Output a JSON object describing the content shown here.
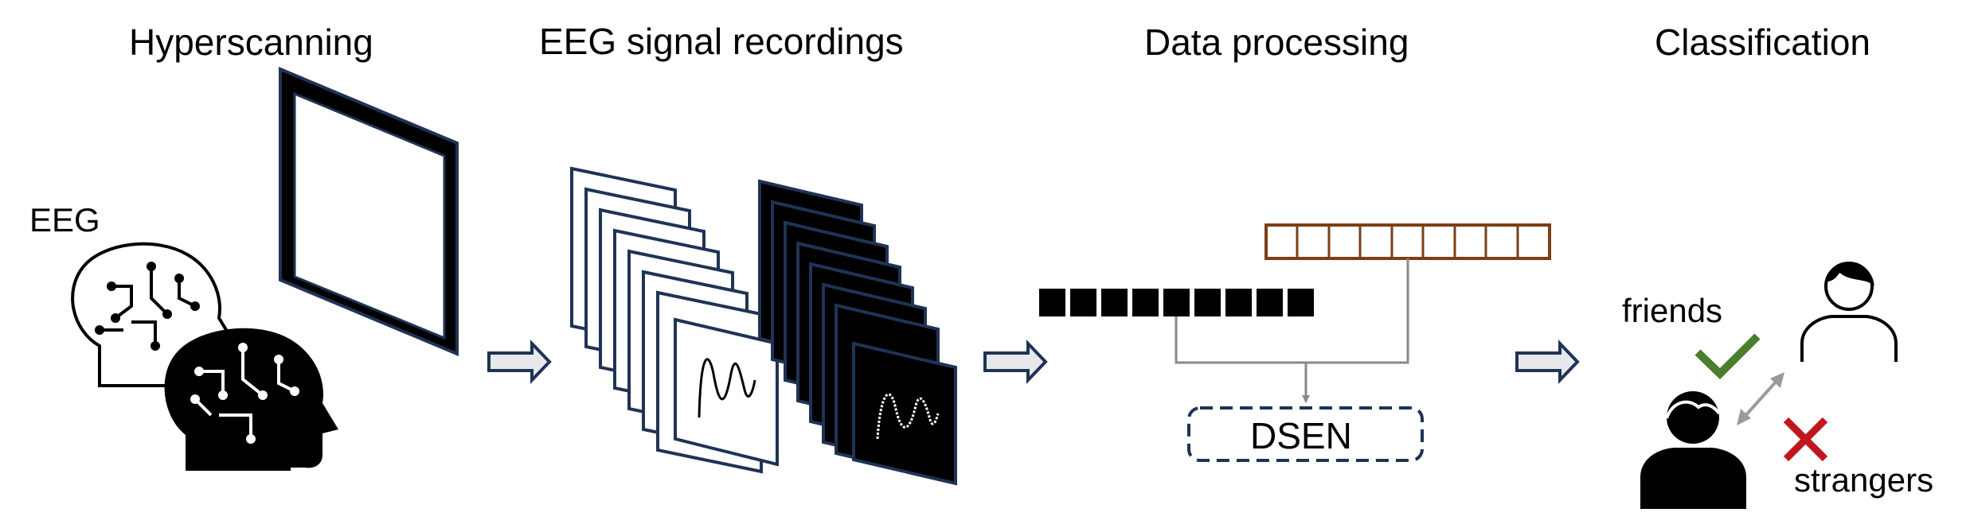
{
  "stages": {
    "hyperscanning": "Hyperscanning",
    "eeg_recordings": "EEG signal recordings",
    "data_processing": "Data processing",
    "classification": "Classification"
  },
  "labels": {
    "eeg": "EEG",
    "model": "DSEN",
    "friends": "friends",
    "strangers": "strangers"
  },
  "colors": {
    "frame_stroke": "#1f3355",
    "arrow_fill": "#e6e8ec",
    "vector_brown": "#7b3f16",
    "check_green": "#4a7d2c",
    "cross_red": "#c0161e",
    "connector_gray": "#888888"
  },
  "icons": [
    "brain-head-outline-icon",
    "brain-head-filled-icon",
    "person-outline-icon",
    "person-filled-icon",
    "check-icon",
    "cross-icon",
    "double-arrow-icon"
  ]
}
